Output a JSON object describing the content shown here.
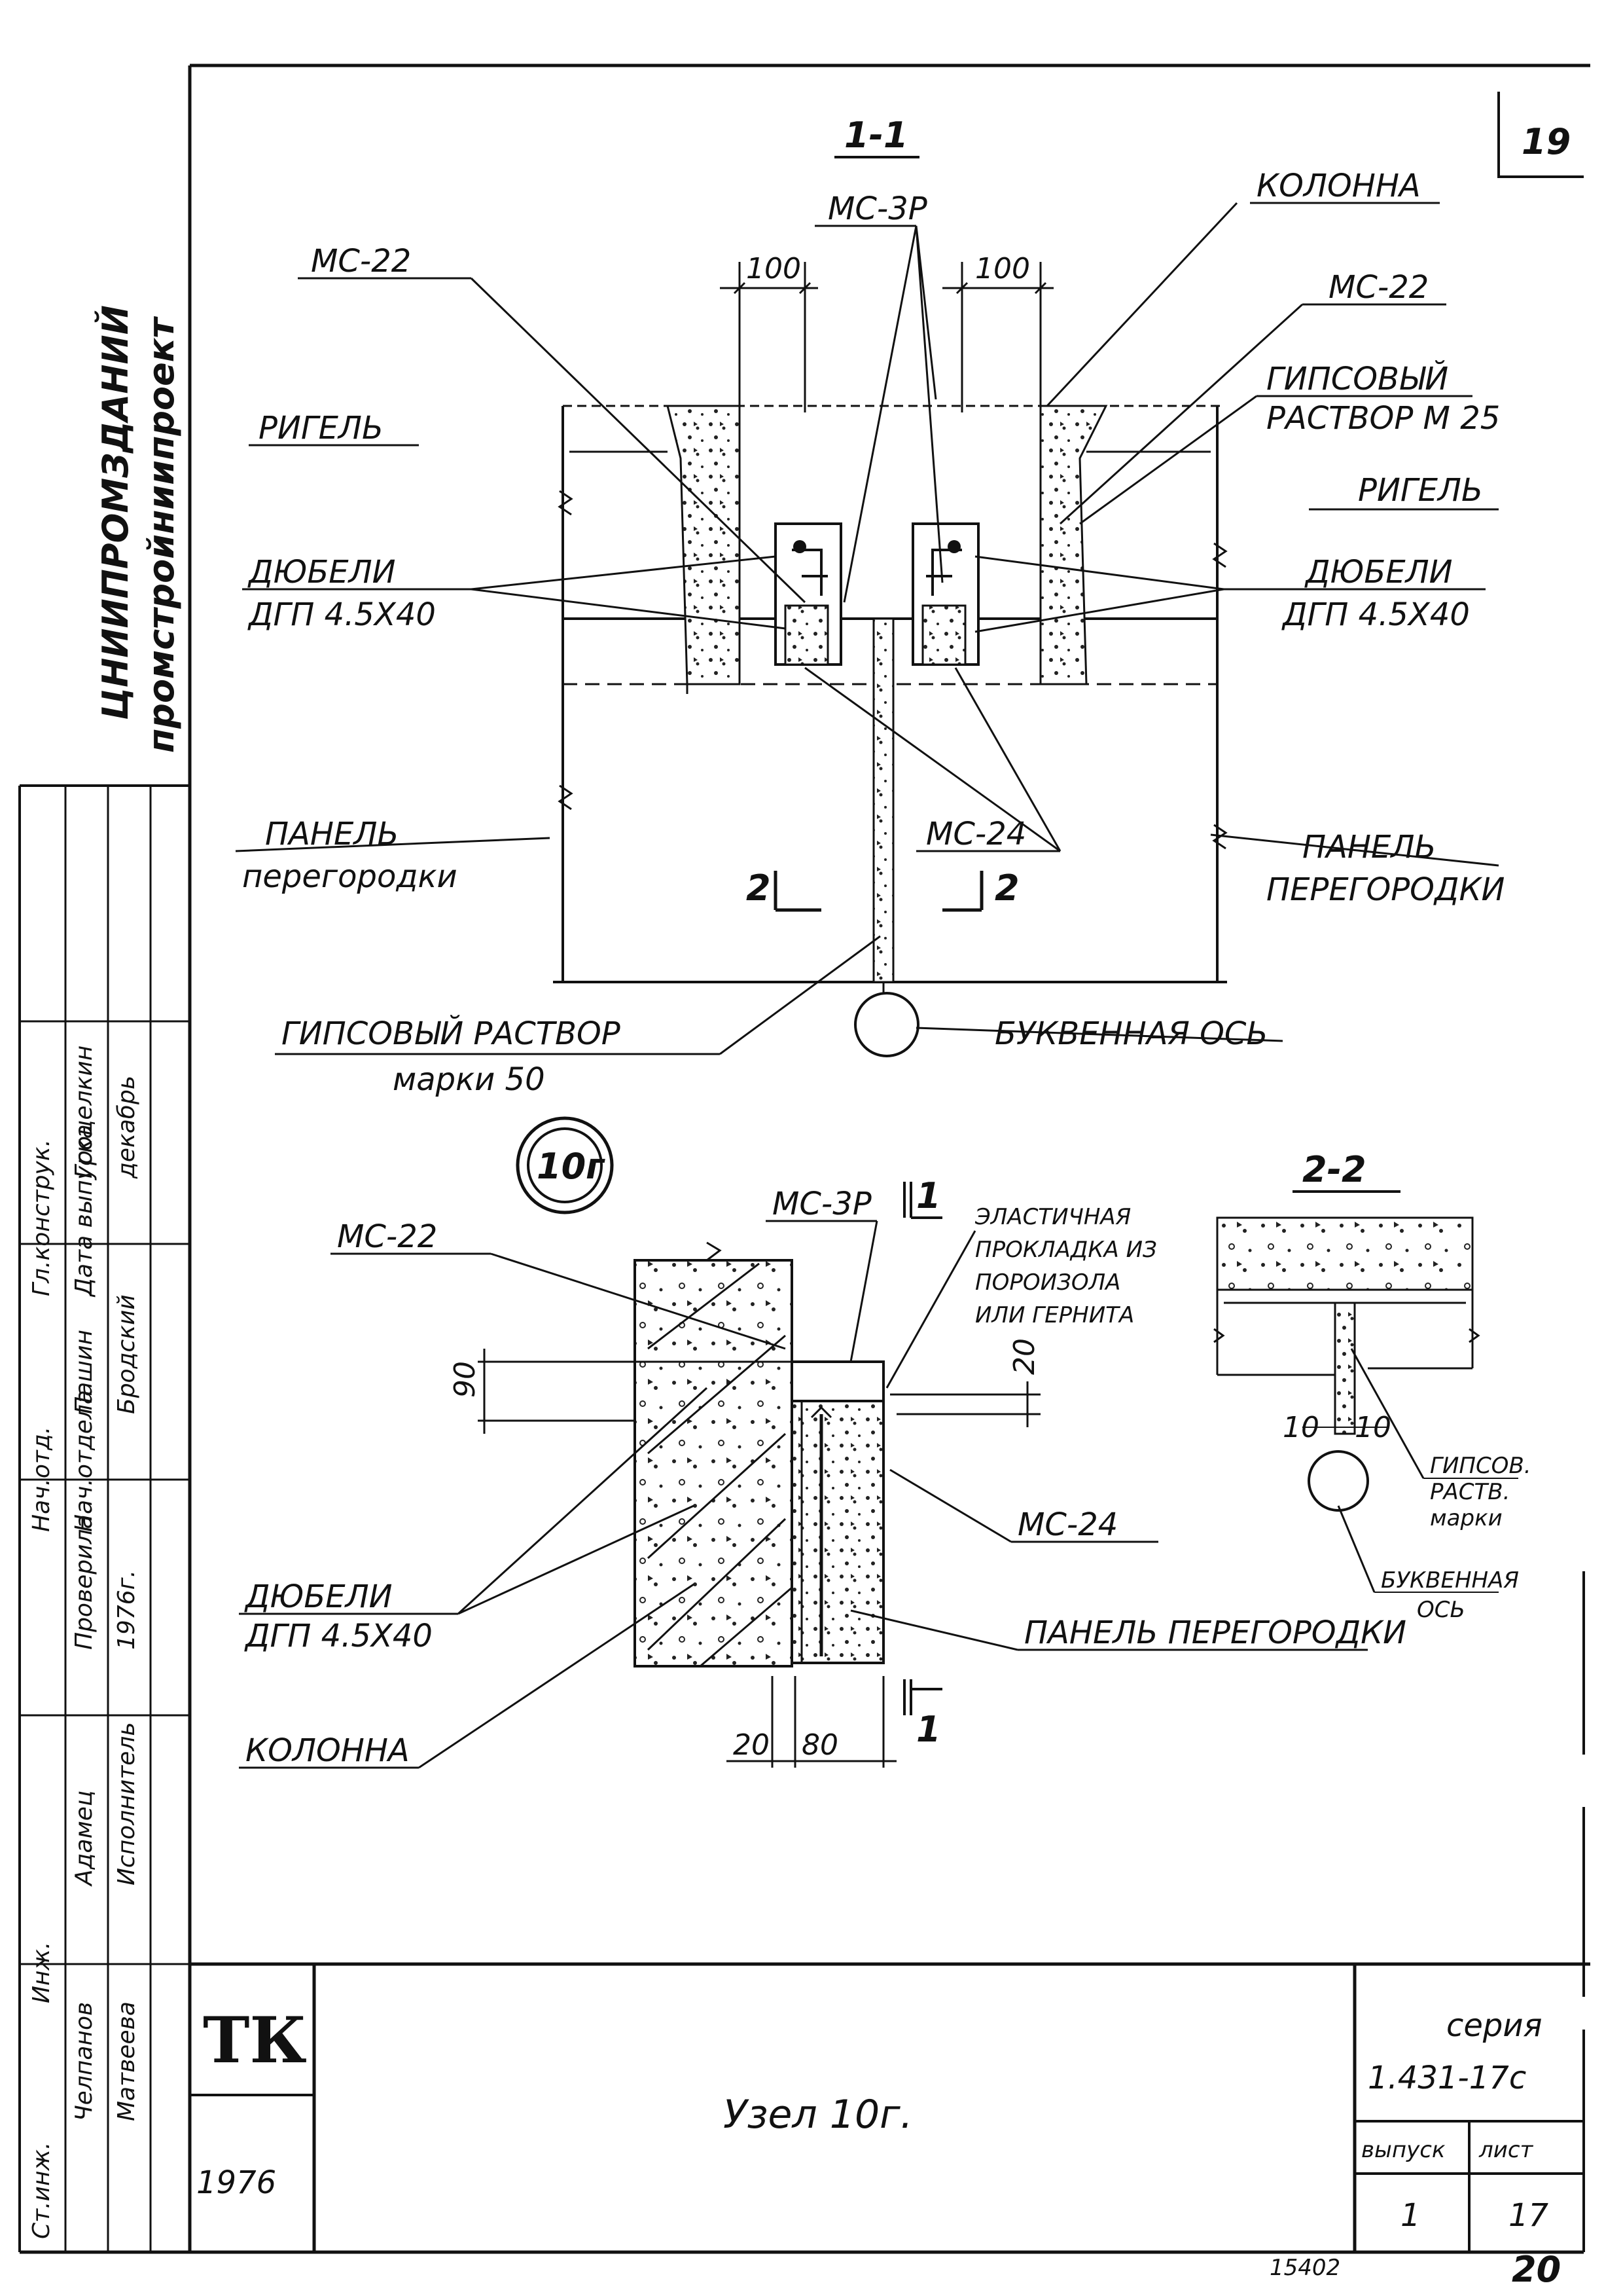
{
  "sheet": {
    "number_top": "19",
    "footer_code": "15402",
    "footer_num": "20"
  },
  "section_1_1": {
    "title": "1-1",
    "labels": {
      "mc_3r": "МС-3Р",
      "kolonna": "КОЛОННА",
      "mc_22_left": "МС-22",
      "mc_22_right": "МС-22",
      "dim_100_left": "100",
      "dim_100_right": "100",
      "gips_rastvor_1": "ГИПСОВЫЙ",
      "gips_rastvor_2": "РАСТВОР М 25",
      "rigel_left": "РИГЕЛЬ",
      "rigel_right": "РИГЕЛЬ",
      "dubeli_left_1": "ДЮБЕЛИ",
      "dubeli_left_2": "ДГП 4.5Х40",
      "dubeli_right_1": "ДЮБЕЛИ",
      "dubeli_right_2": "ДГП 4.5Х40",
      "panel_left_1": "ПАНЕЛЬ",
      "panel_left_2": "перегородки",
      "panel_right_1": "ПАНЕЛЬ",
      "panel_right_2": "ПЕРЕГОРОДКИ",
      "mc_24": "МС-24",
      "cut_2_left": "2",
      "cut_2_right": "2",
      "gips_bottom_1": "ГИПСОВЫЙ РАСТВОР",
      "gips_bottom_2": "марки 50",
      "bukv_os": "БУКВЕННАЯ ОСЬ"
    }
  },
  "node_mark": "10г",
  "plan": {
    "labels": {
      "mc_3r": "МС-3Р",
      "cut_1_top": "1",
      "cut_1_bottom": "1",
      "elast_1": "ЭЛАСТИЧНАЯ",
      "elast_2": "ПРОКЛАДКА ИЗ",
      "elast_3": "ПОРОИЗОЛА",
      "elast_4": "ИЛИ ГЕРНИТА",
      "mc_22": "МС-22",
      "dim_90": "90",
      "dim_20_right": "20",
      "mc_24": "МС-24",
      "dubeli_1": "ДЮБЕЛИ",
      "dubeli_2": "ДГП 4.5Х40",
      "panel": "ПАНЕЛЬ ПЕРЕГОРОДКИ",
      "kolonna": "КОЛОННА",
      "dim_20_bottom": "20",
      "dim_80": "80"
    }
  },
  "section_2_2": {
    "title": "2-2",
    "labels": {
      "dim_10_left": "10",
      "dim_10_right": "10",
      "gips_1": "ГИПСОВ.",
      "gips_2": "РАСТВ.",
      "gips_3": "марки",
      "bukv_1": "БУКВЕННАЯ",
      "bukv_2": "ОСЬ"
    }
  },
  "left_margin": {
    "org_1": "ЦНИИПРОМЗДАНИЙ",
    "org_2": "промстройниипроект",
    "sign_rows": [
      [
        "Ст.инж.",
        "Челпанов"
      ],
      [
        "",
        "Матвеева"
      ],
      [
        "Инж.",
        "Адамец"
      ],
      [
        "",
        "Исполнитель"
      ],
      [
        "",
        "Проверила"
      ],
      [
        "",
        "1976г."
      ],
      [
        "Нач.отд.",
        "Пашин"
      ],
      [
        "Нач.отдела",
        "Бродский"
      ],
      [
        "Гл.конструк.",
        "Гроцелкин"
      ],
      [
        "Дата выпуска",
        "декабрь"
      ]
    ]
  },
  "title_block": {
    "logo": "ТК",
    "year": "1976",
    "title": "Узел 10г.",
    "series_label": "серия",
    "series_value": "1.431-17с",
    "vypusk_label": "выпуск",
    "list_label": "лист",
    "vypusk_value": "1",
    "list_value": "17"
  }
}
